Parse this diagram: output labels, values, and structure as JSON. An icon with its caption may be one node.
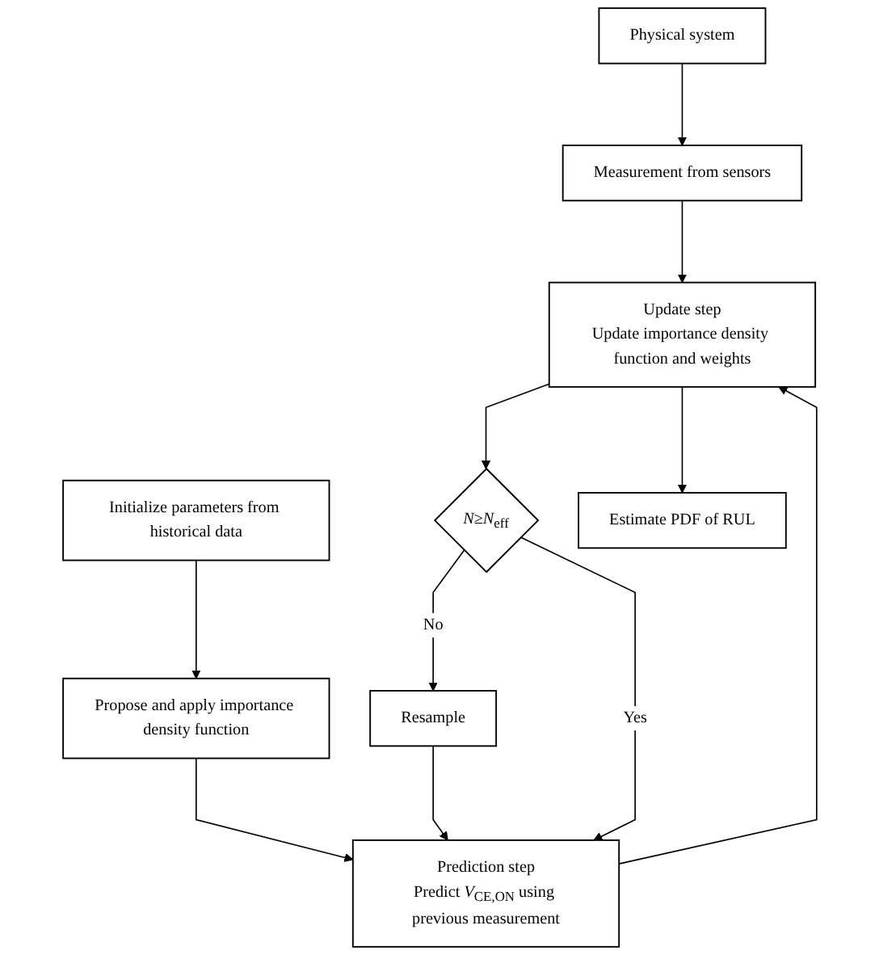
{
  "diagram": {
    "nodes": [
      {
        "text": [
          "Physical system"
        ]
      },
      {
        "text": [
          "Initialize parameters from historical data"
        ]
      },
      {
        "text": [
          "Propose and apply importance density function"
        ]
      },
      {
        "text": [
          "Prediction step",
          "Predict *V*$_{CE,ON}$ using previous measurement"
        ]
      },
      {
        "text": [
          "Resample"
        ]
      },
      {
        "text": [
          "Measurement from sensors"
        ]
      },
      {
        "text": [
          "Update step",
          "Update importance density function and weights"
        ]
      },
      {
        "text": [
          "*N*≥*N*$_{eff}$"
        ]
      },
      {
        "text": [
          "Estimate PDF of RUL"
        ]
      }
    ],
    "edges": [
      {
        "from": 0,
        "to": 5,
        "arrow": "to"
      },
      {
        "from": 1,
        "to": 2,
        "arrow": "to"
      },
      {
        "from": 2,
        "to": 3,
        "arrow": "to"
      },
      {
        "from": 4,
        "to": 3,
        "arrow": "to"
      },
      {
        "from": 7,
        "to": 3,
        "label": "Yes",
        "arrow": "to"
      },
      {
        "from": 3,
        "to": 6,
        "arrow": "to"
      },
      {
        "from": 5,
        "to": 6,
        "arrow": "to"
      },
      {
        "from": 6,
        "to": 8,
        "arrow": "to"
      },
      {
        "from": 6,
        "to": 7,
        "arrow": "to"
      },
      {
        "from": 7,
        "to": 4,
        "label": "No",
        "arrow": "to"
      }
    ]
  }
}
